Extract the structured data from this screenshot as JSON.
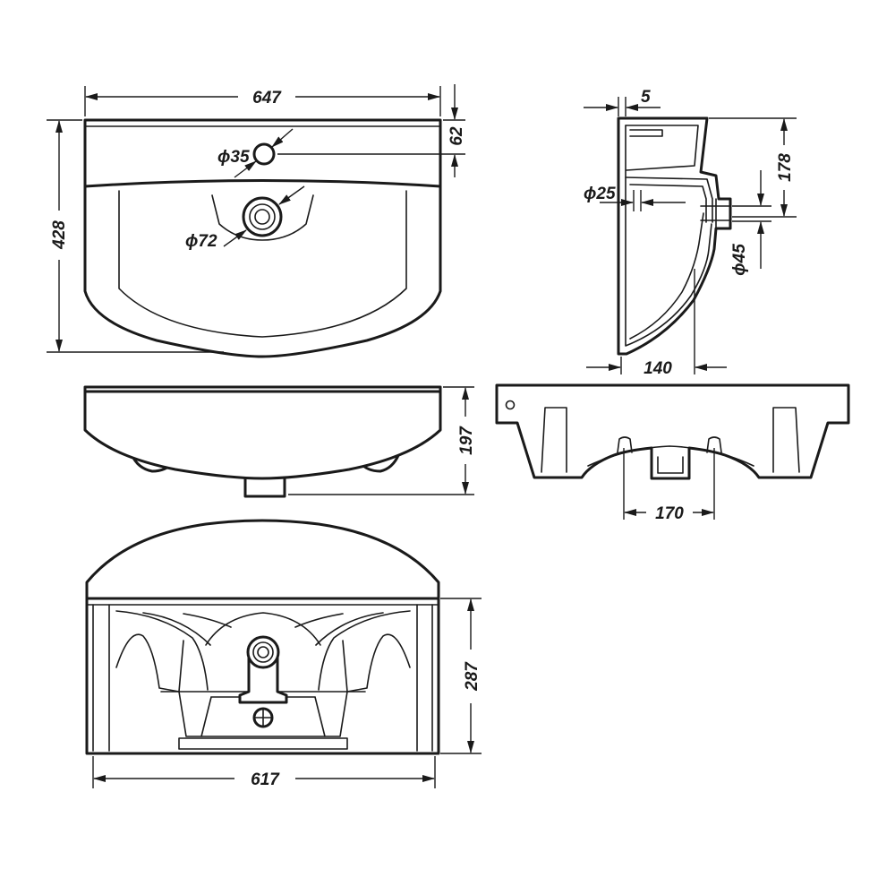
{
  "top_view": {
    "width_label": "647",
    "depth_label": "428",
    "rim_label": "62",
    "tap_hole_label": "ϕ35",
    "drain_label": "ϕ72"
  },
  "side_section": {
    "wall_label": "5",
    "height_label": "178",
    "overflow_label": "ϕ25",
    "outlet_label": "ϕ45",
    "projection_label": "140"
  },
  "front_view": {
    "height_label": "197"
  },
  "rear_view": {
    "spacing_label": "170"
  },
  "bottom_view": {
    "width_label": "617",
    "depth_label": "287"
  }
}
